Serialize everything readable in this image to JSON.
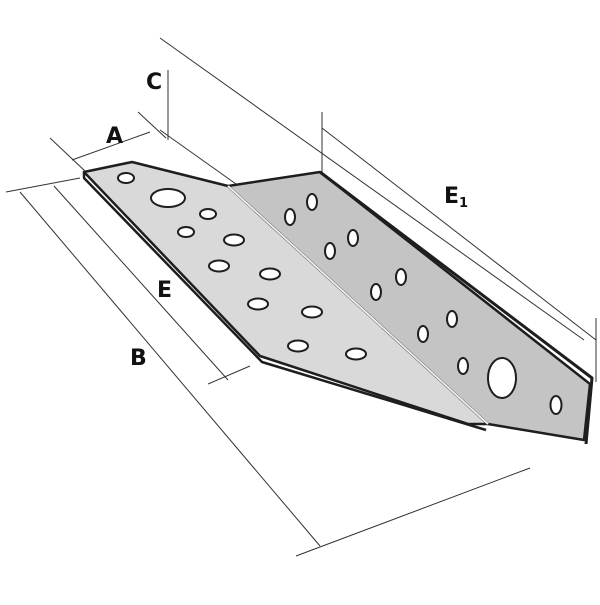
{
  "figure": {
    "labels": {
      "a": "A",
      "b": "B",
      "c": "C",
      "e": "E",
      "e1_main": "E",
      "e1_sub": "1"
    },
    "colors": {
      "flat_plate": "#d9d9d9",
      "upright_plate": "#c4c4c4",
      "outline": "#1e1e1e",
      "hole_fill": "#ffffff",
      "dimension_line": "#333333"
    }
  }
}
